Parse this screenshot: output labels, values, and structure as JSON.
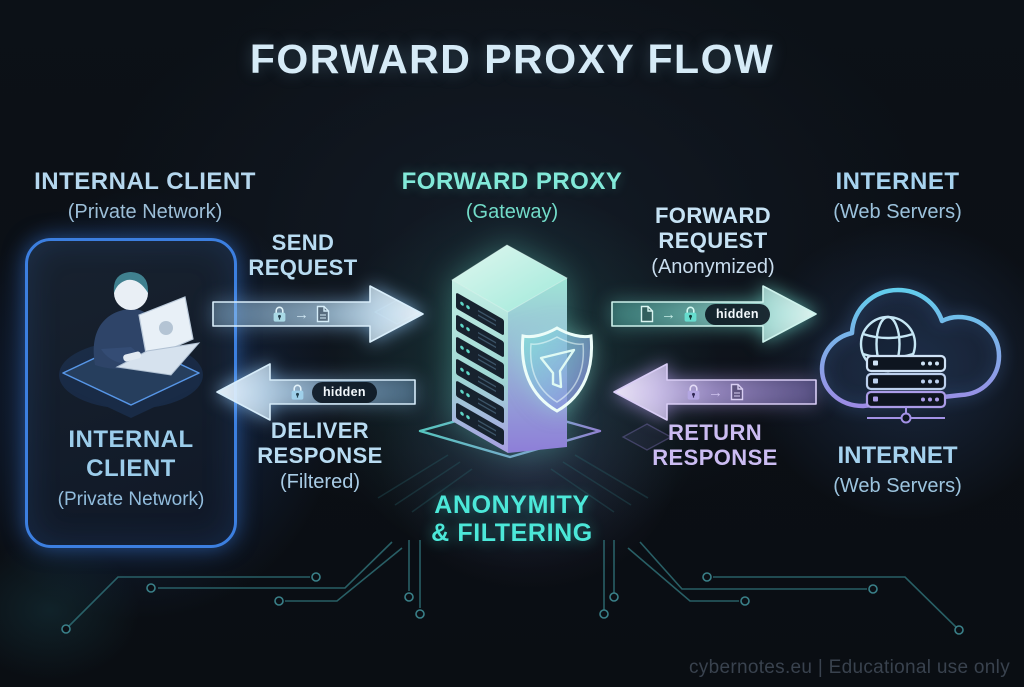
{
  "title": "FORWARD PROXY FLOW",
  "watermark": "cybernotes.eu | Educational use only",
  "client": {
    "heading": "INTERNAL CLIENT",
    "subheading": "(Private Network)",
    "card": {
      "title_line1": "INTERNAL",
      "title_line2": "CLIENT",
      "subtitle": "(Private Network)"
    }
  },
  "proxy": {
    "heading": "FORWARD PROXY",
    "subheading": "(Gateway)",
    "caption_line1": "ANONYMITY",
    "caption_line2": "& FILTERING"
  },
  "internet": {
    "heading": "INTERNET",
    "subheading": "(Web Servers)",
    "footer_heading": "INTERNET",
    "footer_subheading": "(Web Servers)"
  },
  "flows": {
    "send_request": {
      "line1": "SEND",
      "line2": "REQUEST"
    },
    "forward_request": {
      "line1": "FORWARD",
      "line2": "REQUEST",
      "line3": "(Anonymized)",
      "badge": "hidden"
    },
    "return_response": {
      "line1": "RETURN",
      "line2": "RESPONSE"
    },
    "deliver_response": {
      "line1": "DELIVER",
      "line2": "RESPONSE",
      "line3": "(Filtered)",
      "badge": "hidden"
    }
  },
  "icons": {
    "arrow_glyph": "→",
    "lock": "lock-icon",
    "document": "document-icon",
    "shield": "shield-filter-icon",
    "cloud": "internet-cloud-icon"
  },
  "colors": {
    "background": "#0b0f15",
    "title_text": "#d6ebf7",
    "blue_text": "#b9dcf2",
    "teal_text": "#82e9d9",
    "purple_text": "#cbbcf2",
    "caption_teal": "#4ce8d9",
    "card_border": "#3c7fe0",
    "badge_bg": "#08121c",
    "circuit_line": "#2f6e75"
  }
}
